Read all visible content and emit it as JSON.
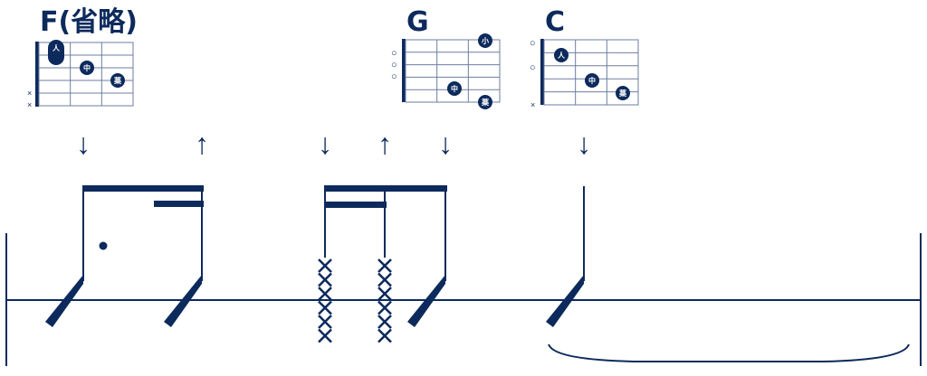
{
  "colors": {
    "ink": "#0d2a5c",
    "grid": "#6e7ea0",
    "paper": "#ffffff"
  },
  "chords": [
    {
      "name": "F(省略)",
      "left_marks": [
        "×",
        "×"
      ],
      "fingers": [
        {
          "label": "人",
          "string": 1,
          "fret": 1,
          "barre_to": 2
        },
        {
          "label": "中",
          "string": 3,
          "fret": 2
        },
        {
          "label": "薬",
          "string": 4,
          "fret": 3
        }
      ]
    },
    {
      "name": "G",
      "left_marks": [
        "○",
        "○",
        "○"
      ],
      "fingers": [
        {
          "label": "小",
          "string": 1,
          "fret": 3
        },
        {
          "label": "中",
          "string": 5,
          "fret": 2
        },
        {
          "label": "薬",
          "string": 6,
          "fret": 3
        }
      ]
    },
    {
      "name": "C",
      "left_marks": [
        "○",
        "○",
        "×"
      ],
      "fingers": [
        {
          "label": "人",
          "string": 2,
          "fret": 1
        },
        {
          "label": "中",
          "string": 4,
          "fret": 2
        },
        {
          "label": "薬",
          "string": 5,
          "fret": 3
        }
      ]
    }
  ],
  "strokes": [
    "↓",
    "↑",
    "↓",
    "↑",
    "↓",
    "↓"
  ]
}
